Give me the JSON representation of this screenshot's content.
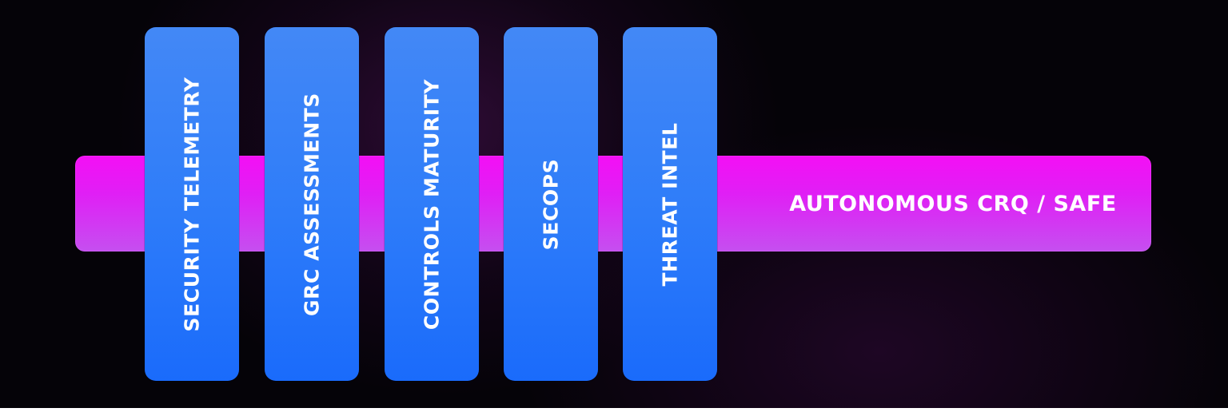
{
  "band": {
    "label": "AUTONOMOUS CRQ / SAFE",
    "color": "#f40ff5"
  },
  "pillars": [
    {
      "label": "SECURITY TELEMETRY"
    },
    {
      "label": "GRC ASSESSMENTS"
    },
    {
      "label": "CONTROLS MATURITY"
    },
    {
      "label": "SECOPS"
    },
    {
      "label": "THREAT INTEL"
    }
  ],
  "colors": {
    "pillar": "#2f7df9",
    "background": "#050308",
    "text": "#ffffff"
  }
}
